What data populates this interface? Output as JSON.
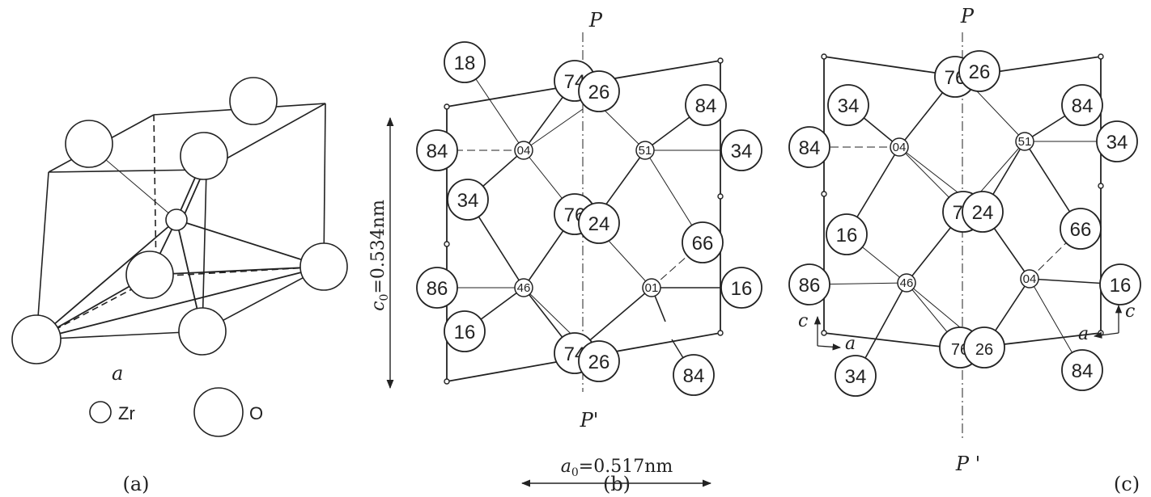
{
  "panel_a": {
    "caption": "(a)",
    "cell_label": "a",
    "legend": {
      "zr": "Zr",
      "o": "O"
    }
  },
  "panel_b": {
    "caption": "(b)",
    "plane_top": "P",
    "plane_bottom": "P'",
    "c_label": "c",
    "c_sub": "0",
    "c_value": "=0.534nm",
    "a_label": "a",
    "a_sub": "0",
    "a_value": "=0.517nm",
    "o_atoms": [
      "18",
      "74",
      "26",
      "84",
      "84",
      "34",
      "34",
      "76",
      "24",
      "66",
      "86",
      "16",
      "16",
      "74",
      "26",
      "84"
    ],
    "zr_atoms": [
      "04",
      "51",
      "46",
      "01"
    ]
  },
  "panel_c": {
    "caption": "(c)",
    "plane_top": "P",
    "plane_bottom": "P '",
    "axis_c_left": "c",
    "axis_a_left": "a",
    "axis_a_right": "a",
    "axis_c_right": "c",
    "o_atoms": [
      "76",
      "26",
      "34",
      "84",
      "84",
      "34",
      "74",
      "24",
      "16",
      "66",
      "86",
      "16",
      "76",
      "26",
      "34",
      "84"
    ],
    "zr_atoms": [
      "04",
      "51",
      "46",
      "04"
    ]
  }
}
